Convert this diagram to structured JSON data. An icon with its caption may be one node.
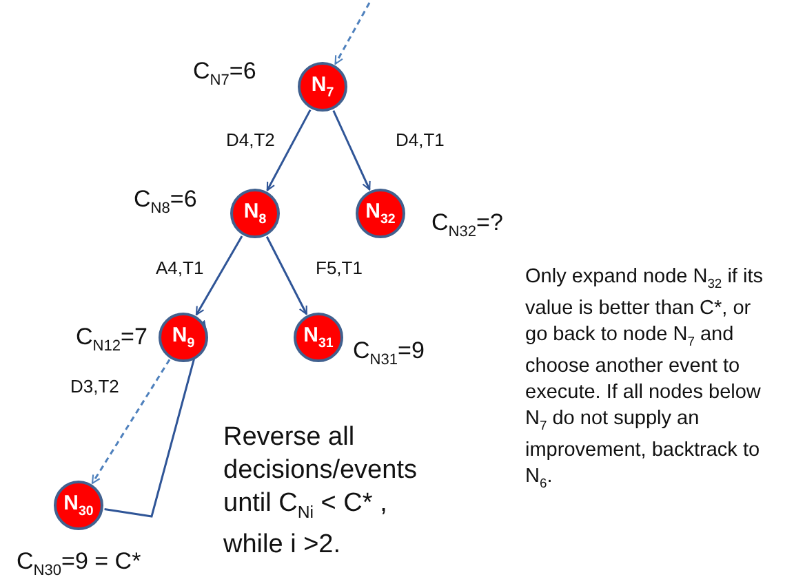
{
  "diagram": {
    "nodes": [
      {
        "text": [
          "N$_{7}$"
        ],
        "beside": [
          "C$_{N7}$=6"
        ]
      },
      {
        "text": [
          "N$_{8}$"
        ],
        "beside": [
          "C$_{N8}$=6"
        ]
      },
      {
        "text": [
          "N$_{32}$"
        ],
        "beside": [
          "C$_{N32}$=?"
        ]
      },
      {
        "text": [
          "N$_{9}$"
        ],
        "beside": [
          "C$_{N12}$=7"
        ]
      },
      {
        "text": [
          "N$_{31}$"
        ],
        "beside": [
          "C$_{N31}$=9"
        ]
      },
      {
        "text": [
          "N$_{30}$"
        ],
        "beside": [
          "C$_{N30}$=9 = C*"
        ]
      }
    ],
    "edges": [
      {
        "from": null,
        "to": 0,
        "arrow": "to",
        "style": "dashed",
        "color": "#4f81bd"
      },
      {
        "from": 0,
        "to": 1,
        "arrow": "to",
        "label": "D4,T2"
      },
      {
        "from": 0,
        "to": 2,
        "arrow": "to",
        "label": "D4,T1"
      },
      {
        "from": 1,
        "to": 3,
        "arrow": "to",
        "label": "A4,T1"
      },
      {
        "from": 1,
        "to": 4,
        "arrow": "to",
        "label": "F5,T1"
      },
      {
        "from": 3,
        "to": 5,
        "arrow": "to",
        "label": "D3,T2",
        "style": "dashed",
        "color": "#4f81bd"
      },
      {
        "from": 5,
        "to": 3,
        "arrow": "to"
      }
    ],
    "labels": [
      "Reverse all decisions/events until C$_{Ni}$ <  C* , while i >2.",
      "Only expand node N$_{32}$ if its value is better than C*, or go back to node N$_{7}$ and choose another event to execute. If all nodes below N$_{7}$ do not supply an improvement, backtrack to N$_{6}$."
    ]
  }
}
